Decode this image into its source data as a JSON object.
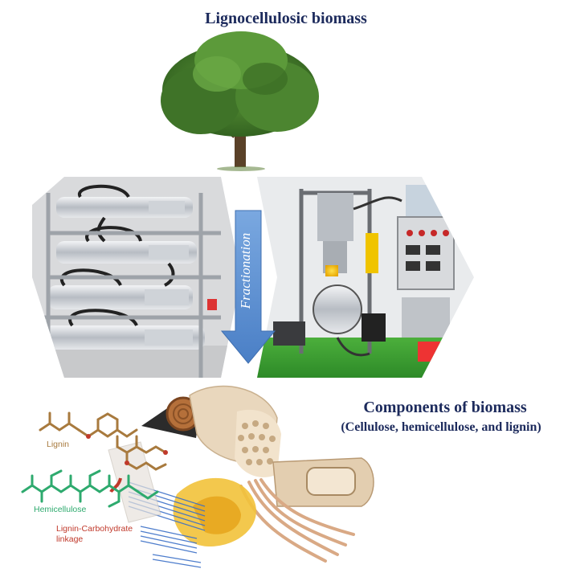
{
  "title": "Lignocellulosic biomass",
  "arrow_label": "Fractionation",
  "components": {
    "title": "Components  of biomass",
    "subtitle": "(Cellulose, hemicellulose,  and  lignin)"
  },
  "molecule_labels": {
    "lignin": "Lignin",
    "hemicellulose": "Hemicellulose",
    "lcc_line1": "Lignin-Carbohydrate",
    "lcc_line2": "linkage"
  },
  "colors": {
    "title_text": "#1c2a5c",
    "arrow_fill": "#5b8fd1",
    "lignin": "#a87a3e",
    "hemicellulose": "#2eaa6e",
    "lcc": "#c0392b"
  }
}
